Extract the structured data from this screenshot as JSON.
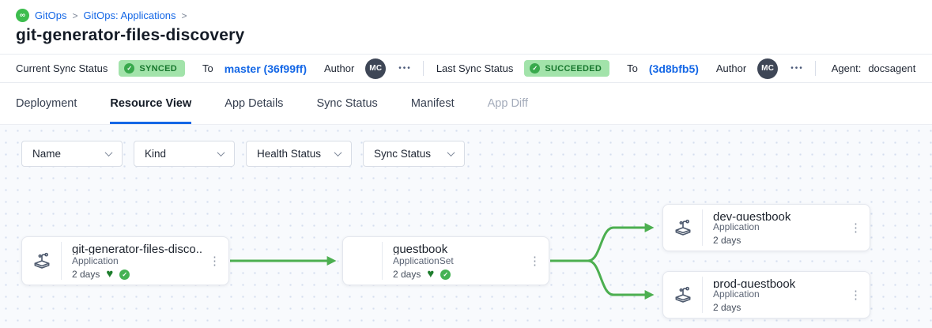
{
  "breadcrumb": {
    "logo": "gitops-infinity-icon",
    "items": [
      {
        "label": "GitOps"
      },
      {
        "label": "GitOps: Applications"
      }
    ],
    "separator": ">"
  },
  "page_title": "git-generator-files-discovery",
  "status_bar": {
    "current_sync": {
      "label": "Current Sync Status",
      "badge": "SYNCED",
      "to_label": "To",
      "revision": "master (36f99ff)",
      "author_label": "Author",
      "author_initials": "MC",
      "more": "•••"
    },
    "last_sync": {
      "label": "Last Sync Status",
      "badge": "SUCCEEDED",
      "to_label": "To",
      "revision": "(3d8bfb5)",
      "author_label": "Author",
      "author_initials": "MC",
      "more": "•••"
    },
    "agent_label": "Agent:",
    "agent_value": "docsagent"
  },
  "tabs": [
    {
      "label": "Deployment",
      "state": "normal"
    },
    {
      "label": "Resource View",
      "state": "active"
    },
    {
      "label": "App Details",
      "state": "normal"
    },
    {
      "label": "Sync Status",
      "state": "normal"
    },
    {
      "label": "Manifest",
      "state": "normal"
    },
    {
      "label": "App Diff",
      "state": "disabled"
    }
  ],
  "filters": [
    {
      "label": "Name"
    },
    {
      "label": "Kind"
    },
    {
      "label": "Health Status"
    },
    {
      "label": "Sync Status"
    }
  ],
  "graph": {
    "nodes": [
      {
        "title": "git-generator-files-disco...",
        "kind": "Application",
        "age": "2 days",
        "healthy": true,
        "synced": true,
        "icon": "application-icon"
      },
      {
        "title": "guestbook",
        "kind": "ApplicationSet",
        "age": "2 days",
        "healthy": true,
        "synced": true,
        "icon": "none"
      },
      {
        "title": "dev-guestbook",
        "kind": "Application",
        "age": "2 days",
        "healthy": false,
        "synced": false,
        "icon": "application-icon"
      },
      {
        "title": "prod-guestbook",
        "kind": "Application",
        "age": "2 days",
        "healthy": false,
        "synced": false,
        "icon": "application-icon"
      }
    ],
    "edges": [
      {
        "from": "git-generator-files-disco...",
        "to": "guestbook"
      },
      {
        "from": "guestbook",
        "to": "dev-guestbook"
      },
      {
        "from": "guestbook",
        "to": "prod-guestbook"
      }
    ],
    "check_glyph": "✓",
    "heart_glyph": "♥",
    "menu_glyph": "⋮"
  },
  "colors": {
    "link_blue": "#1467E6",
    "edge_green": "#4CAF50",
    "badge_bg": "#A2E3AA",
    "badge_text": "#17772D",
    "logo_green": "#3DBD4E",
    "heart_green": "#1D7D2C",
    "graph_bg": "#F8FAFD"
  }
}
